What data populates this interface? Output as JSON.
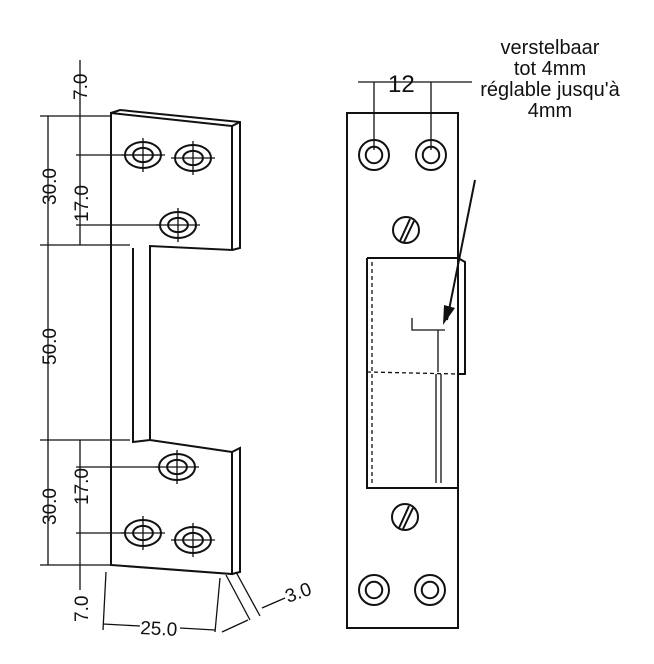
{
  "left_view": {
    "dimensions": {
      "top_margin": "7.0",
      "top_plate": "30.0",
      "top_hole_offset": "17.0",
      "slot": "50.0",
      "bottom_plate": "30.0",
      "bottom_hole_offset": "17.0",
      "bottom_margin": "7.0",
      "width": "25.0",
      "thickness": "3.0"
    }
  },
  "right_view": {
    "dimension_hole_spacing": "12",
    "note_lines": [
      "verstelbaar",
      "tot 4mm",
      "réglable jusqu'à",
      "4mm"
    ]
  }
}
